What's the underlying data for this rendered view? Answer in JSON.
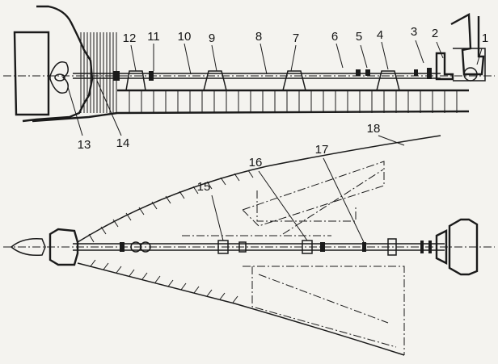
{
  "figure": {
    "labels": [
      "1",
      "2",
      "3",
      "4",
      "5",
      "6",
      "7",
      "8",
      "9",
      "10",
      "11",
      "12",
      "13",
      "14",
      "15",
      "16",
      "17",
      "18"
    ],
    "colors": {
      "ink": "#1a1a1a",
      "paper": "#f4f3ef"
    }
  }
}
